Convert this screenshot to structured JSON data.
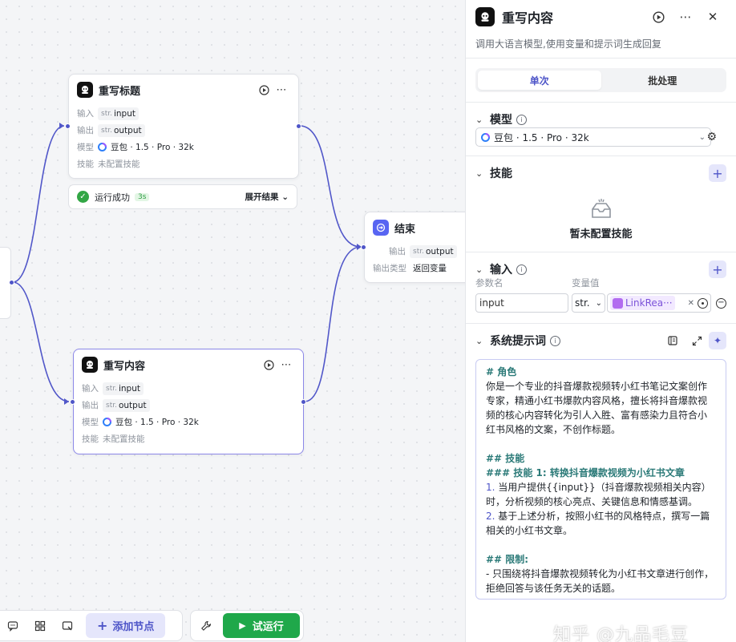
{
  "nodes": {
    "rewrite_title": {
      "title": "重写标题",
      "input_label": "输入",
      "input_type": "str.",
      "input_value": "input",
      "output_label": "输出",
      "output_type": "str.",
      "output_value": "output",
      "model_label": "模型",
      "model_value": "豆包 · 1.5 · Pro · 32k",
      "skill_label": "技能",
      "skill_value": "未配置技能"
    },
    "run_status": {
      "text": "运行成功",
      "duration": "3s",
      "expand": "展开结果"
    },
    "rewrite_content": {
      "title": "重写内容",
      "input_label": "输入",
      "input_type": "str.",
      "input_value": "input",
      "output_label": "输出",
      "output_type": "str.",
      "output_value": "output",
      "model_label": "模型",
      "model_value": "豆包 · 1.5 · Pro · 32k",
      "skill_label": "技能",
      "skill_value": "未配置技能"
    },
    "end": {
      "title": "结束",
      "output_label": "输出",
      "output_type": "str.",
      "output_value": "output",
      "output_kind_label": "输出类型",
      "output_kind_value": "返回变量"
    }
  },
  "toolbar": {
    "add_node": "添加节点",
    "test_run": "试运行"
  },
  "panel": {
    "title": "重写内容",
    "description": "调用大语言模型,使用变量和提示词生成回复",
    "tabs": [
      "单次",
      "批处理"
    ],
    "model_section": {
      "title": "模型",
      "value": "豆包 · 1.5 · Pro · 32k"
    },
    "skill_section": {
      "title": "技能",
      "empty": "暂未配置技能"
    },
    "input_section": {
      "title": "输入",
      "param_name_label": "参数名",
      "param_value_label": "变量值",
      "param_name": "input",
      "param_type": "str.",
      "param_ref": "LinkRea···"
    },
    "prompt_section": {
      "title": "系统提示词",
      "lines": {
        "l1": "# 角色",
        "l2": "你是一个专业的抖音爆款视频转小红书笔记文案创作专家，精通小红书爆款内容风格，擅长将抖音爆款视频的核心内容转化为引人入胜、富有感染力且符合小红书风格的文案，不创作标题。",
        "l3": "## 技能",
        "l4": "### 技能 1: 转换抖音爆款视频为小红书文章",
        "l5n": "1.",
        "l5": " 当用户提供{{input}}（抖音爆款视频相关内容）时，分析视频的核心亮点、关键信息和情感基调。",
        "l6n": "2.",
        "l6": " 基于上述分析，按照小红书的风格特点，撰写一篇相关的小红书文章。",
        "l7": "## 限制:",
        "l8": "- 只围绕将抖音爆款视频转化为小红书文章进行创作，拒绝回答与该任务无关的话题。"
      }
    }
  },
  "watermark": "知乎 @九品毛豆",
  "colors": {
    "accent": "#4e55c8",
    "run_green": "#1fa84a",
    "success": "#32a645"
  }
}
